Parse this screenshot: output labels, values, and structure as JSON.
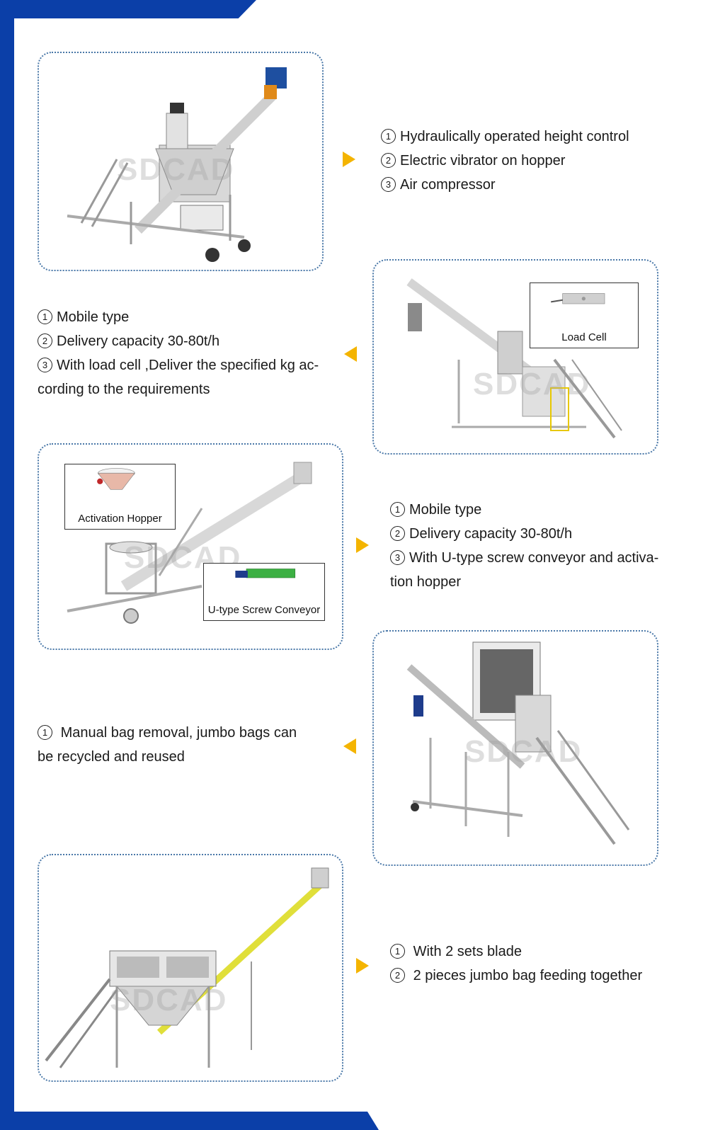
{
  "watermark": "SDCAD",
  "sections": [
    {
      "features": [
        {
          "num": "1",
          "text": "Hydraulically operated height control"
        },
        {
          "num": "2",
          "text": "Electric vibrator on hopper"
        },
        {
          "num": "3",
          "text": "Air compressor"
        }
      ]
    },
    {
      "callout": "Load Cell",
      "features": [
        {
          "num": "1",
          "text": "Mobile type"
        },
        {
          "num": "2",
          "text": "Delivery capacity 30-80t/h"
        },
        {
          "num": "3",
          "text": "With load cell ,Deliver the specified kg ac-",
          "cont": "cording to the requirements"
        }
      ]
    },
    {
      "callout1": "Activation Hopper",
      "callout2": "U-type Screw Conveyor",
      "features": [
        {
          "num": "1",
          "text": "Mobile type"
        },
        {
          "num": "2",
          "text": "Delivery capacity 30-80t/h"
        },
        {
          "num": "3",
          "text": "With U-type screw conveyor and activa-",
          "cont": "tion hopper"
        }
      ]
    },
    {
      "features": [
        {
          "num": "1",
          "text": "Manual bag removal, jumbo  bags can",
          "cont": "be recycled and reused"
        }
      ]
    },
    {
      "features": [
        {
          "num": "1",
          "text": "With 2 sets blade"
        },
        {
          "num": "2",
          "text": "2 pieces jumbo bag feeding together"
        }
      ]
    }
  ],
  "colors": {
    "frame": "#0b3fa8",
    "arrow": "#f4b400",
    "card_border": "#4a78a8"
  }
}
